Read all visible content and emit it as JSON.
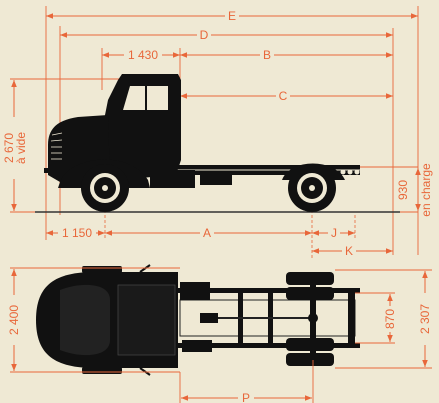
{
  "side_view": {
    "E": "E",
    "D": "D",
    "B": "B",
    "C": "C",
    "A": "A",
    "J": "J",
    "K": "K",
    "cab_length": "1 430",
    "front_overhang": "1 150",
    "height_value": "2 670",
    "height_note": "à vide",
    "frame_height_value": "930",
    "frame_height_note": "en charge"
  },
  "top_view": {
    "overall_width": "2 400",
    "rear_track_outer": "2 307",
    "frame_width": "870",
    "P": "P"
  },
  "colors": {
    "dimension": "#e8673a",
    "ink": "#111111",
    "paper": "#efe9d4"
  }
}
